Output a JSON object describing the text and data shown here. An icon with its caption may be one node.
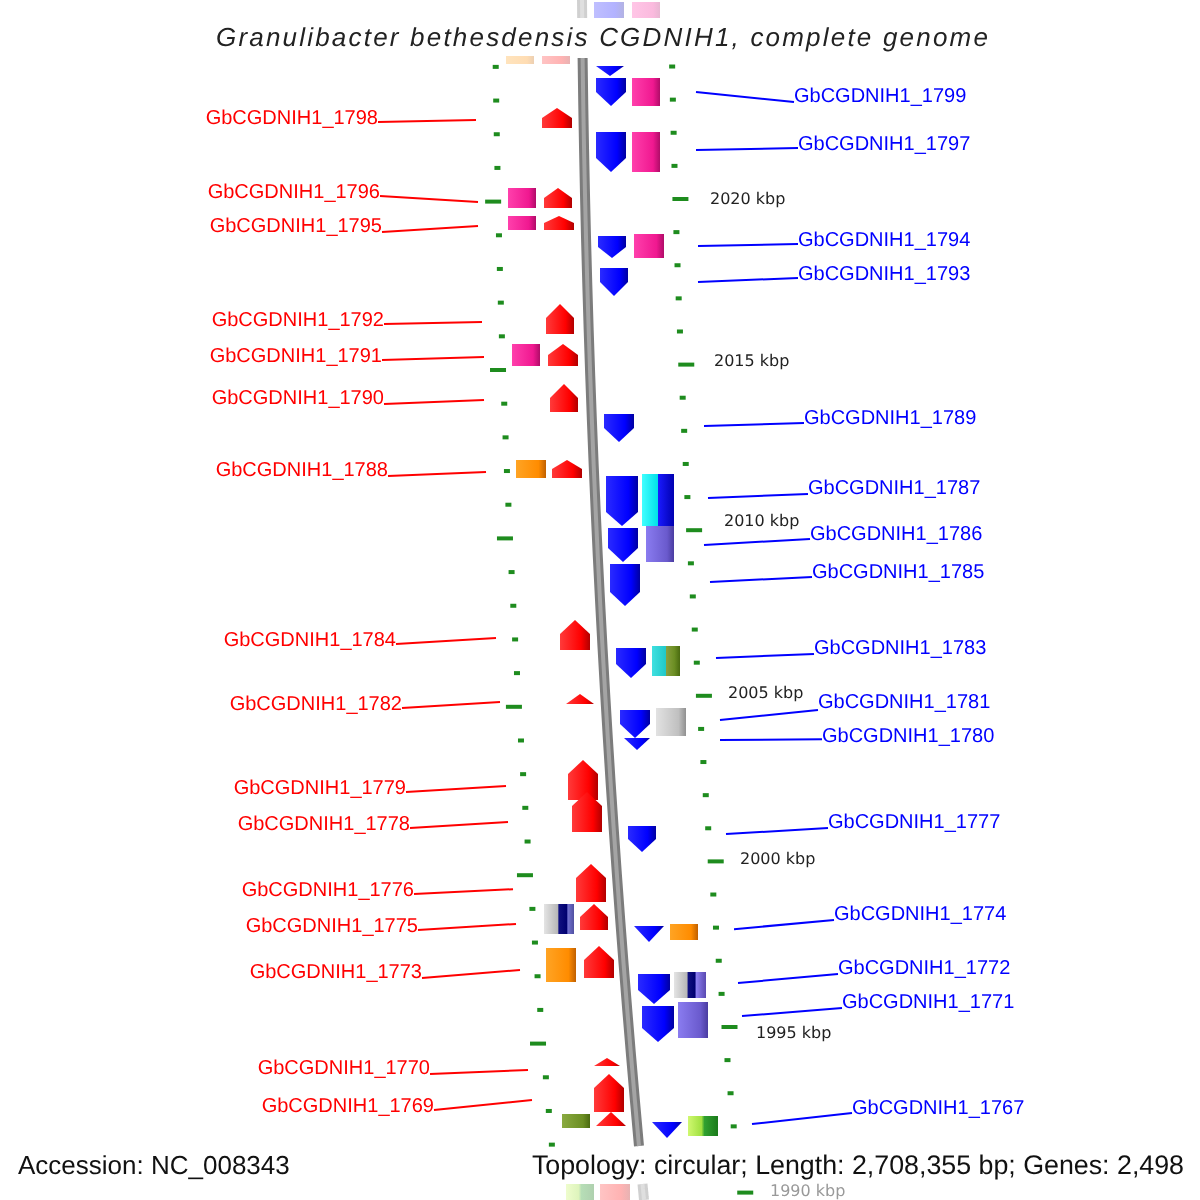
{
  "diagram": {
    "title": "Granulibacter bethesdensis CGDNIH1, complete genome",
    "nodes": [
      {
        "text": [
          "GbCGDNIH1_1799"
        ]
      },
      {
        "text": [
          "GbCGDNIH1_1798"
        ]
      },
      {
        "text": [
          "GbCGDNIH1_1797"
        ]
      },
      {
        "text": [
          "GbCGDNIH1_1796"
        ]
      },
      {
        "text": [
          "GbCGDNIH1_1795"
        ]
      },
      {
        "text": [
          "GbCGDNIH1_1794"
        ]
      },
      {
        "text": [
          "GbCGDNIH1_1793"
        ]
      },
      {
        "text": [
          "GbCGDNIH1_1792"
        ]
      },
      {
        "text": [
          "GbCGDNIH1_1791"
        ]
      },
      {
        "text": [
          "GbCGDNIH1_1790"
        ]
      },
      {
        "text": [
          "GbCGDNIH1_1789"
        ]
      },
      {
        "text": [
          "GbCGDNIH1_1788"
        ]
      },
      {
        "text": [
          "GbCGDNIH1_1787"
        ]
      },
      {
        "text": [
          "GbCGDNIH1_1786"
        ]
      },
      {
        "text": [
          "GbCGDNIH1_1785"
        ]
      },
      {
        "text": [
          "GbCGDNIH1_1784"
        ]
      },
      {
        "text": [
          "GbCGDNIH1_1783"
        ]
      },
      {
        "text": [
          "GbCGDNIH1_1782"
        ]
      },
      {
        "text": [
          "GbCGDNIH1_1781"
        ]
      },
      {
        "text": [
          "GbCGDNIH1_1780"
        ]
      },
      {
        "text": [
          "GbCGDNIH1_1779"
        ]
      },
      {
        "text": [
          "GbCGDNIH1_1778"
        ]
      },
      {
        "text": [
          "GbCGDNIH1_1777"
        ]
      },
      {
        "text": [
          "GbCGDNIH1_1776"
        ]
      },
      {
        "text": [
          "GbCGDNIH1_1775"
        ]
      },
      {
        "text": [
          "GbCGDNIH1_1774"
        ]
      },
      {
        "text": [
          "GbCGDNIH1_1773"
        ]
      },
      {
        "text": [
          "GbCGDNIH1_1772"
        ]
      },
      {
        "text": [
          "GbCGDNIH1_1771"
        ]
      },
      {
        "text": [
          "GbCGDNIH1_1770"
        ]
      },
      {
        "text": [
          "GbCGDNIH1_1769"
        ]
      },
      {
        "text": [
          "GbCGDNIH1_1767"
        ]
      }
    ],
    "edges": [
      {
        "from": 0,
        "to": null,
        "arrow": "none",
        "color": "#0000ff"
      },
      {
        "from": 1,
        "to": null,
        "arrow": "none",
        "color": "#ff0000"
      },
      {
        "from": 2,
        "to": null,
        "arrow": "none",
        "color": "#0000ff"
      },
      {
        "from": 3,
        "to": null,
        "arrow": "none",
        "color": "#ff0000"
      },
      {
        "from": 4,
        "to": null,
        "arrow": "none",
        "color": "#ff0000"
      },
      {
        "from": 5,
        "to": null,
        "arrow": "none",
        "color": "#0000ff"
      },
      {
        "from": 6,
        "to": null,
        "arrow": "none",
        "color": "#0000ff"
      },
      {
        "from": 7,
        "to": null,
        "arrow": "none",
        "color": "#ff0000"
      },
      {
        "from": 8,
        "to": null,
        "arrow": "none",
        "color": "#ff0000"
      },
      {
        "from": 9,
        "to": null,
        "arrow": "none",
        "color": "#ff0000"
      },
      {
        "from": 10,
        "to": null,
        "arrow": "none",
        "color": "#0000ff"
      },
      {
        "from": 11,
        "to": null,
        "arrow": "none",
        "color": "#ff0000"
      },
      {
        "from": 12,
        "to": null,
        "arrow": "none",
        "color": "#0000ff"
      },
      {
        "from": 13,
        "to": null,
        "arrow": "none",
        "color": "#0000ff"
      },
      {
        "from": 14,
        "to": null,
        "arrow": "none",
        "color": "#0000ff"
      },
      {
        "from": 15,
        "to": null,
        "arrow": "none",
        "color": "#ff0000"
      },
      {
        "from": 16,
        "to": null,
        "arrow": "none",
        "color": "#0000ff"
      },
      {
        "from": 17,
        "to": null,
        "arrow": "none",
        "color": "#ff0000"
      },
      {
        "from": 18,
        "to": null,
        "arrow": "none",
        "color": "#0000ff"
      },
      {
        "from": 19,
        "to": null,
        "arrow": "none",
        "color": "#0000ff"
      },
      {
        "from": 20,
        "to": null,
        "arrow": "none",
        "color": "#ff0000"
      },
      {
        "from": 21,
        "to": null,
        "arrow": "none",
        "color": "#ff0000"
      },
      {
        "from": 22,
        "to": null,
        "arrow": "none",
        "color": "#0000ff"
      },
      {
        "from": 23,
        "to": null,
        "arrow": "none",
        "color": "#ff0000"
      },
      {
        "from": 24,
        "to": null,
        "arrow": "none",
        "color": "#ff0000"
      },
      {
        "from": 25,
        "to": null,
        "arrow": "none",
        "color": "#0000ff"
      },
      {
        "from": 26,
        "to": null,
        "arrow": "none",
        "color": "#ff0000"
      },
      {
        "from": 27,
        "to": null,
        "arrow": "none",
        "color": "#0000ff"
      },
      {
        "from": 28,
        "to": null,
        "arrow": "none",
        "color": "#0000ff"
      },
      {
        "from": 29,
        "to": null,
        "arrow": "none",
        "color": "#ff0000"
      },
      {
        "from": 30,
        "to": null,
        "arrow": "none",
        "color": "#ff0000"
      },
      {
        "from": 31,
        "to": null,
        "arrow": "none",
        "color": "#0000ff"
      }
    ],
    "labels": [
      "2020 kbp",
      "2015 kbp",
      "2010 kbp",
      "2005 kbp",
      "2000 kbp",
      "1995 kbp",
      "Accession: NC_008343",
      "Topology: circular; Length: 2,708,355 bp; Genes: 2,498",
      "1990 kbp"
    ]
  }
}
